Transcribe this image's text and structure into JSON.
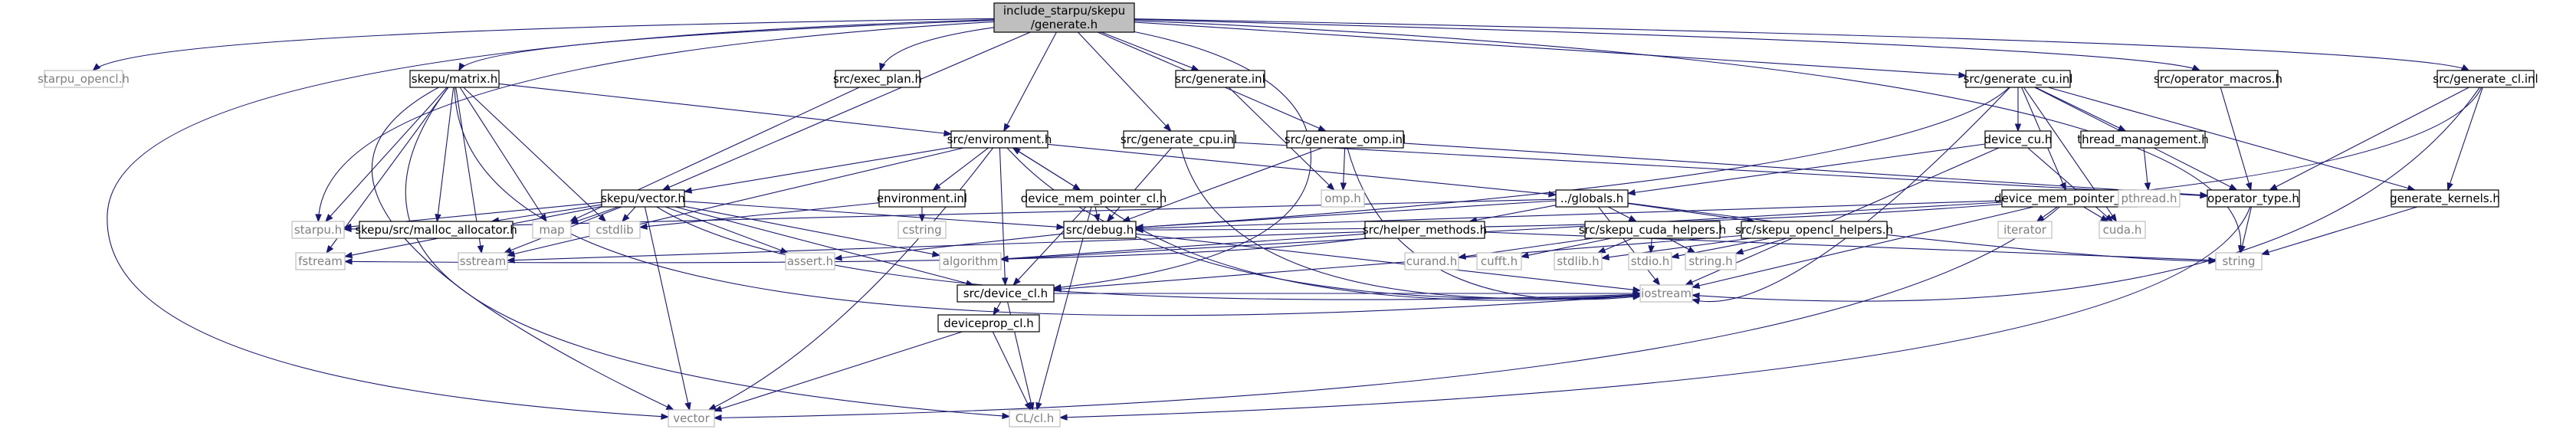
{
  "diagram": {
    "type": "include-dependency-graph",
    "colors": {
      "edge": "#191970",
      "node_border": "#000000",
      "external_border": "#bfbfbf",
      "root_fill": "#bfbfbf",
      "external_text": "#7f7f7f"
    },
    "nodes": [
      {
        "id": "root",
        "label": "include_starpu/skepu",
        "label2": "/generate.h",
        "kind": "root"
      },
      {
        "id": "starpu_opencl_h",
        "label": "starpu_opencl.h",
        "kind": "external"
      },
      {
        "id": "matrix_h",
        "label": "skepu/matrix.h",
        "kind": "file"
      },
      {
        "id": "exec_plan_h",
        "label": "src/exec_plan.h",
        "kind": "file"
      },
      {
        "id": "generate_inl",
        "label": "src/generate.inl",
        "kind": "file"
      },
      {
        "id": "generate_cu_inl",
        "label": "src/generate_cu.inl",
        "kind": "file"
      },
      {
        "id": "operator_macros_h",
        "label": "src/operator_macros.h",
        "kind": "file"
      },
      {
        "id": "generate_cl_inl",
        "label": "src/generate_cl.inl",
        "kind": "file"
      },
      {
        "id": "environment_h",
        "label": "src/environment.h",
        "kind": "file"
      },
      {
        "id": "generate_cpu_inl",
        "label": "src/generate_cpu.inl",
        "kind": "file"
      },
      {
        "id": "generate_omp_inl",
        "label": "src/generate_omp.inl",
        "kind": "file"
      },
      {
        "id": "device_cu_h",
        "label": "device_cu.h",
        "kind": "file"
      },
      {
        "id": "thread_management_h",
        "label": "thread_management.h",
        "kind": "file"
      },
      {
        "id": "vector_h",
        "label": "skepu/vector.h",
        "kind": "file"
      },
      {
        "id": "environment_inl",
        "label": "environment.inl",
        "kind": "file"
      },
      {
        "id": "device_mem_pointer_cl_h",
        "label": "device_mem_pointer_cl.h",
        "kind": "file"
      },
      {
        "id": "omp_h",
        "label": "omp.h",
        "kind": "external"
      },
      {
        "id": "globals_h",
        "label": "../globals.h",
        "kind": "file"
      },
      {
        "id": "device_mem_pointer_cu_h",
        "label": "device_mem_pointer_cu.h",
        "kind": "file"
      },
      {
        "id": "pthread_h",
        "label": "pthread.h",
        "kind": "external"
      },
      {
        "id": "operator_type_h",
        "label": "operator_type.h",
        "kind": "file"
      },
      {
        "id": "generate_kernels_h",
        "label": "generate_kernels.h",
        "kind": "file"
      },
      {
        "id": "starpu_h",
        "label": "starpu.h",
        "kind": "external"
      },
      {
        "id": "malloc_allocator_h",
        "label": "skepu/src/malloc_allocator.h",
        "kind": "file"
      },
      {
        "id": "map",
        "label": "map",
        "kind": "external"
      },
      {
        "id": "cstdlib",
        "label": "cstdlib",
        "kind": "external"
      },
      {
        "id": "cstring",
        "label": "cstring",
        "kind": "external"
      },
      {
        "id": "debug_h",
        "label": "src/debug.h",
        "kind": "file"
      },
      {
        "id": "helper_methods_h",
        "label": "src/helper_methods.h",
        "kind": "file"
      },
      {
        "id": "skepu_cuda_helpers_h",
        "label": "src/skepu_cuda_helpers.h",
        "kind": "file"
      },
      {
        "id": "skepu_opencl_helpers_h",
        "label": "src/skepu_opencl_helpers.h",
        "kind": "file"
      },
      {
        "id": "iterator",
        "label": "iterator",
        "kind": "external"
      },
      {
        "id": "cuda_h",
        "label": "cuda.h",
        "kind": "external"
      },
      {
        "id": "fstream",
        "label": "fstream",
        "kind": "external"
      },
      {
        "id": "sstream",
        "label": "sstream",
        "kind": "external"
      },
      {
        "id": "assert_h",
        "label": "assert.h",
        "kind": "external"
      },
      {
        "id": "algorithm",
        "label": "algorithm",
        "kind": "external"
      },
      {
        "id": "curand_h",
        "label": "curand.h",
        "kind": "external"
      },
      {
        "id": "cufft_h",
        "label": "cufft.h",
        "kind": "external"
      },
      {
        "id": "stdlib_h",
        "label": "stdlib.h",
        "kind": "external"
      },
      {
        "id": "stdio_h",
        "label": "stdio.h",
        "kind": "external"
      },
      {
        "id": "string_h",
        "label": "string.h",
        "kind": "external"
      },
      {
        "id": "string",
        "label": "string",
        "kind": "external"
      },
      {
        "id": "device_cl_h",
        "label": "src/device_cl.h",
        "kind": "file"
      },
      {
        "id": "iostream",
        "label": "iostream",
        "kind": "external"
      },
      {
        "id": "deviceprop_cl_h",
        "label": "deviceprop_cl.h",
        "kind": "file"
      },
      {
        "id": "vector",
        "label": "vector",
        "kind": "external"
      },
      {
        "id": "CL_cl_h",
        "label": "CL/cl.h",
        "kind": "external"
      }
    ],
    "edges": [
      [
        "root",
        "starpu_opencl_h"
      ],
      [
        "root",
        "matrix_h"
      ],
      [
        "root",
        "exec_plan_h"
      ],
      [
        "root",
        "generate_inl"
      ],
      [
        "root",
        "generate_cu_inl"
      ],
      [
        "root",
        "operator_macros_h"
      ],
      [
        "root",
        "generate_cl_inl"
      ],
      [
        "root",
        "environment_h"
      ],
      [
        "root",
        "generate_cpu_inl"
      ],
      [
        "root",
        "generate_omp_inl"
      ],
      [
        "root",
        "vector_h"
      ],
      [
        "root",
        "starpu_h"
      ],
      [
        "root",
        "device_cl_h"
      ],
      [
        "root",
        "vector"
      ],
      [
        "root",
        "string"
      ],
      [
        "matrix_h",
        "environment_h"
      ],
      [
        "matrix_h",
        "vector"
      ],
      [
        "matrix_h",
        "iostream"
      ],
      [
        "matrix_h",
        "map"
      ],
      [
        "matrix_h",
        "cstdlib"
      ],
      [
        "matrix_h",
        "starpu_h"
      ],
      [
        "matrix_h",
        "malloc_allocator_h"
      ],
      [
        "matrix_h",
        "fstream"
      ],
      [
        "matrix_h",
        "sstream"
      ],
      [
        "matrix_h",
        "CL_cl_h"
      ],
      [
        "exec_plan_h",
        "map"
      ],
      [
        "generate_inl",
        "omp_h"
      ],
      [
        "environment_h",
        "vector_h"
      ],
      [
        "environment_h",
        "environment_inl"
      ],
      [
        "environment_h",
        "device_mem_pointer_cl_h"
      ],
      [
        "environment_h",
        "globals_h"
      ],
      [
        "environment_h",
        "vector"
      ],
      [
        "environment_h",
        "sstream"
      ],
      [
        "environment_h",
        "device_cl_h"
      ],
      [
        "environment_h",
        "iostream"
      ],
      [
        "generate_cpu_inl",
        "debug_h"
      ],
      [
        "generate_cpu_inl",
        "operator_type_h"
      ],
      [
        "generate_cpu_inl",
        "iostream"
      ],
      [
        "generate_omp_inl",
        "omp_h"
      ],
      [
        "generate_omp_inl",
        "debug_h"
      ],
      [
        "generate_omp_inl",
        "operator_type_h"
      ],
      [
        "generate_omp_inl",
        "iostream"
      ],
      [
        "generate_cu_inl",
        "device_cu_h"
      ],
      [
        "generate_cu_inl",
        "thread_management_h"
      ],
      [
        "generate_cu_inl",
        "device_mem_pointer_cu_h"
      ],
      [
        "generate_cu_inl",
        "operator_type_h"
      ],
      [
        "generate_cu_inl",
        "generate_kernels_h"
      ],
      [
        "generate_cu_inl",
        "cuda_h"
      ],
      [
        "generate_cu_inl",
        "debug_h"
      ],
      [
        "generate_cu_inl",
        "iostream"
      ],
      [
        "operator_macros_h",
        "operator_type_h"
      ],
      [
        "generate_cl_inl",
        "operator_type_h"
      ],
      [
        "generate_cl_inl",
        "generate_kernels_h"
      ],
      [
        "generate_cl_inl",
        "debug_h"
      ],
      [
        "generate_cl_inl",
        "iostream"
      ],
      [
        "device_cu_h",
        "globals_h"
      ],
      [
        "device_cu_h",
        "cuda_h"
      ],
      [
        "device_cu_h",
        "iostream"
      ],
      [
        "thread_management_h",
        "pthread_h"
      ],
      [
        "vector_h",
        "starpu_h"
      ],
      [
        "vector_h",
        "malloc_allocator_h"
      ],
      [
        "vector_h",
        "map"
      ],
      [
        "vector_h",
        "cstdlib"
      ],
      [
        "vector_h",
        "debug_h"
      ],
      [
        "vector_h",
        "fstream"
      ],
      [
        "vector_h",
        "sstream"
      ],
      [
        "vector_h",
        "assert_h"
      ],
      [
        "vector_h",
        "algorithm"
      ],
      [
        "vector_h",
        "device_cl_h"
      ],
      [
        "vector_h",
        "iostream"
      ],
      [
        "vector_h",
        "vector"
      ],
      [
        "environment_inl",
        "cstdlib"
      ],
      [
        "environment_inl",
        "cstring"
      ],
      [
        "device_mem_pointer_cl_h",
        "environment_h"
      ],
      [
        "device_mem_pointer_cl_h",
        "debug_h"
      ],
      [
        "device_mem_pointer_cl_h",
        "device_cl_h"
      ],
      [
        "device_mem_pointer_cl_h",
        "iostream"
      ],
      [
        "device_mem_pointer_cl_h",
        "CL_cl_h"
      ],
      [
        "globals_h",
        "starpu_h"
      ],
      [
        "globals_h",
        "debug_h"
      ],
      [
        "globals_h",
        "helper_methods_h"
      ],
      [
        "globals_h",
        "skepu_cuda_helpers_h"
      ],
      [
        "globals_h",
        "skepu_opencl_helpers_h"
      ],
      [
        "globals_h",
        "iostream"
      ],
      [
        "globals_h",
        "string"
      ],
      [
        "device_mem_pointer_cu_h",
        "iterator"
      ],
      [
        "device_mem_pointer_cu_h",
        "cuda_h"
      ],
      [
        "device_mem_pointer_cu_h",
        "debug_h"
      ],
      [
        "device_mem_pointer_cu_h",
        "algorithm"
      ],
      [
        "device_mem_pointer_cu_h",
        "iostream"
      ],
      [
        "device_mem_pointer_cu_h",
        "vector"
      ],
      [
        "operator_type_h",
        "string"
      ],
      [
        "operator_type_h",
        "CL_cl_h"
      ],
      [
        "generate_kernels_h",
        "string"
      ],
      [
        "debug_h",
        "assert_h"
      ],
      [
        "debug_h",
        "iostream"
      ],
      [
        "helper_methods_h",
        "fstream"
      ],
      [
        "helper_methods_h",
        "sstream"
      ],
      [
        "helper_methods_h",
        "algorithm"
      ],
      [
        "helper_methods_h",
        "string"
      ],
      [
        "skepu_cuda_helpers_h",
        "curand_h"
      ],
      [
        "skepu_cuda_helpers_h",
        "cufft_h"
      ],
      [
        "skepu_cuda_helpers_h",
        "stdlib_h"
      ],
      [
        "skepu_cuda_helpers_h",
        "stdio_h"
      ],
      [
        "skepu_cuda_helpers_h",
        "string_h"
      ],
      [
        "skepu_opencl_helpers_h",
        "device_cl_h"
      ],
      [
        "skepu_opencl_helpers_h",
        "stdlib_h"
      ],
      [
        "skepu_opencl_helpers_h",
        "stdio_h"
      ],
      [
        "skepu_opencl_helpers_h",
        "string_h"
      ],
      [
        "device_cl_h",
        "deviceprop_cl_h"
      ],
      [
        "device_cl_h",
        "iostream"
      ],
      [
        "device_cl_h",
        "CL_cl_h"
      ],
      [
        "deviceprop_cl_h",
        "CL_cl_h"
      ],
      [
        "deviceprop_cl_h",
        "vector"
      ]
    ]
  }
}
